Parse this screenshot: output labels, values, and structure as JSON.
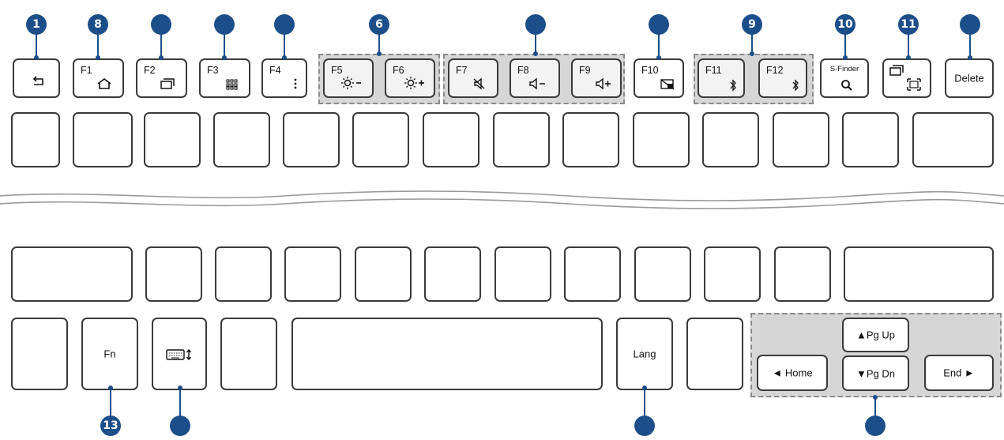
{
  "callouts": {
    "c1": "1",
    "c8": "8",
    "c6": "6",
    "c9": "9",
    "c10": "10",
    "c11": "11",
    "c13": "13"
  },
  "keys": {
    "f1": "F1",
    "f2": "F2",
    "f3": "F3",
    "f4": "F4",
    "f5": "F5",
    "f6": "F6",
    "f7": "F7",
    "f8": "F8",
    "f9": "F9",
    "f10": "F10",
    "f11": "F11",
    "f12": "F12",
    "sfinder": "S-Finder",
    "delete": "Delete",
    "fn": "Fn",
    "lang": "Lang",
    "pgup": "▲Pg Up",
    "pgdn": "▼Pg Dn",
    "home": "◄ Home",
    "end": "End ►"
  },
  "icons": {
    "back": "back-arrow-icon",
    "home": "home-icon",
    "recent": "recent-apps-icon",
    "apps": "app-grid-icon",
    "menu": "more-vertical-icon",
    "bright_down": "brightness-down-icon",
    "bright_up": "brightness-up-icon",
    "mute": "mute-icon",
    "vol_down": "volume-down-icon",
    "vol_up": "volume-up-icon",
    "touchpad": "touchpad-off-icon",
    "bt": "bluetooth-icon",
    "search": "search-icon",
    "screenshot": "screenshot-icon",
    "kb": "keyboard-toggle-icon"
  },
  "colors": {
    "callout": "#1c4f8a",
    "group_fill": "#d6d6d6",
    "key_border": "#3a3a3a"
  }
}
